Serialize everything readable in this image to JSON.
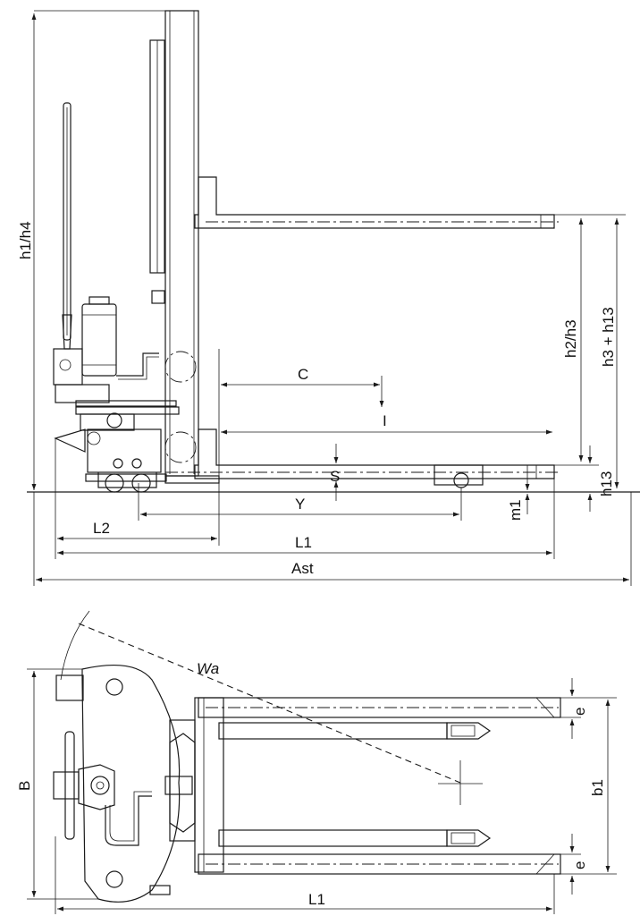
{
  "side_view": {
    "labels": {
      "h1_h4": "h1/h4",
      "h2_h3": "h2/h3",
      "h3_h13": "h3 + h13",
      "h13": "h13",
      "C": "C",
      "I": "I",
      "S": "S",
      "Y": "Y",
      "m1": "m1",
      "L2": "L2",
      "L1": "L1",
      "Ast": "Ast"
    }
  },
  "top_view": {
    "labels": {
      "Wa": "Wa",
      "B": "B",
      "e_top": "e",
      "b1": "b1",
      "e_bottom": "e",
      "L1": "L1"
    }
  }
}
